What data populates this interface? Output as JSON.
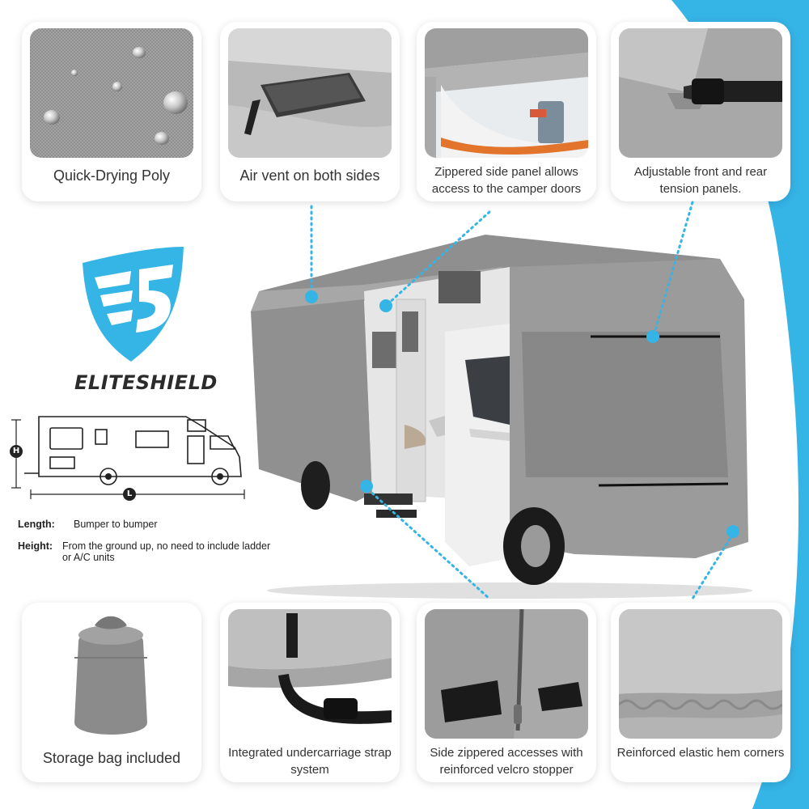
{
  "brand": {
    "name": "ELITESHIELD",
    "logo_letters": "ES",
    "color": "#35b4e6"
  },
  "accent_color": "#35b4e6",
  "features_top": [
    {
      "caption": "Quick-Drying Poly",
      "icon": "water-droplets"
    },
    {
      "caption": "Air vent on both sides",
      "icon": "air-vent"
    },
    {
      "caption": "Zippered side panel allows access to the camper doors",
      "icon": "zipper-panel"
    },
    {
      "caption": "Adjustable front and rear tension panels.",
      "icon": "buckle-strap"
    }
  ],
  "features_bottom": [
    {
      "caption": "Storage bag included",
      "icon": "storage-bag"
    },
    {
      "caption": "Integrated undercarriage strap system",
      "icon": "strap"
    },
    {
      "caption": "Side zippered accesses with reinforced velcro stopper",
      "icon": "zipper"
    },
    {
      "caption": "Reinforced elastic hem corners",
      "icon": "elastic-hem"
    }
  ],
  "diagram": {
    "height_marker": "H",
    "length_marker": "L"
  },
  "measure": {
    "length_label": "Length:",
    "length_value": "Bumper to bumper",
    "height_label": "Height:",
    "height_value": "From the ground up, no need to include ladder or A/C units"
  }
}
